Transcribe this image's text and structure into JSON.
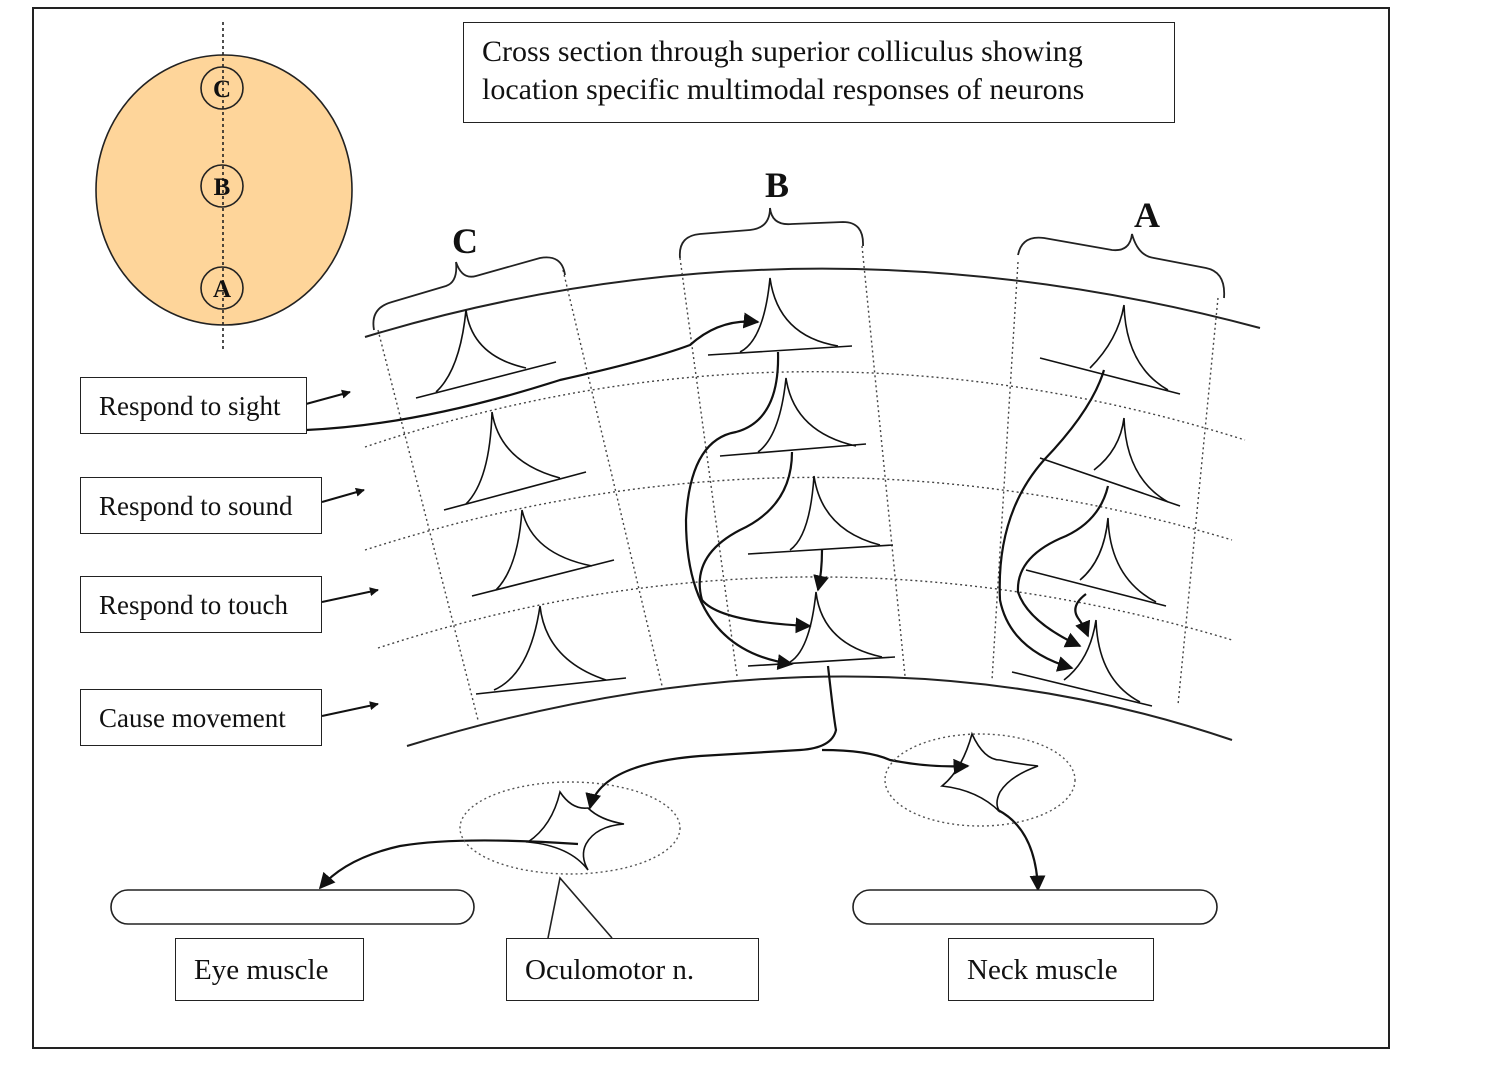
{
  "title": {
    "line1": "Cross section through superior colliculus showing",
    "line2": "location specific multimodal responses of neurons"
  },
  "column_labels": {
    "c": "C",
    "b": "B",
    "a": "A"
  },
  "inset_labels": {
    "c": "C",
    "b": "B",
    "a": "A"
  },
  "layer_labels": {
    "sight": "Respond to sight",
    "sound": "Respond to sound",
    "touch": "Respond to touch",
    "movement": "Cause movement"
  },
  "bottom_labels": {
    "eye_muscle": "Eye muscle",
    "oculomotor": "Oculomotor n.",
    "neck_muscle": "Neck muscle"
  },
  "colors": {
    "colliculus_fill": "#fed59a",
    "stroke": "#222222"
  }
}
